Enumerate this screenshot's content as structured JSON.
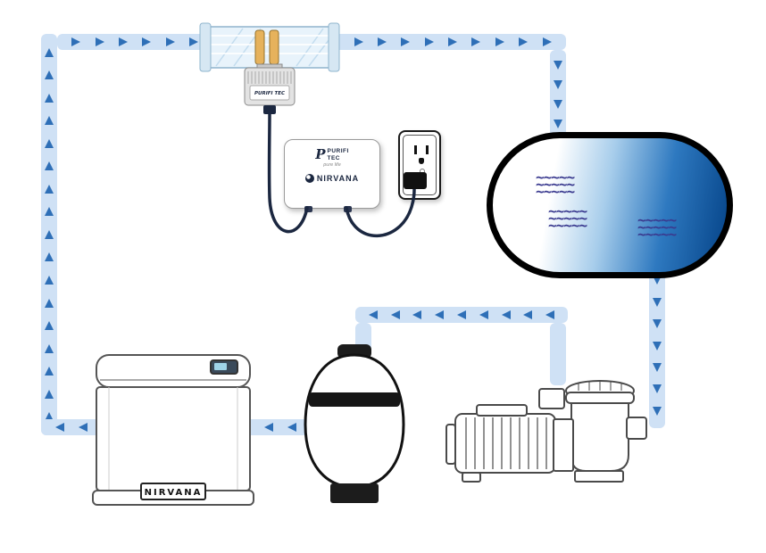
{
  "labels": {
    "heater_brand": "NIRVANA",
    "inline_unit_label": "PURIFI TEC"
  },
  "control_box": {
    "logo_p": "P",
    "brand_top": "PURIFI",
    "brand_top2": "TEC",
    "tagline": "pure life",
    "brand_bottom": "NIRVANA"
  },
  "waves": {
    "glyph": "~~~~~"
  },
  "flow": {
    "pipe_color": "#cfe1f5",
    "arrow_color": "#2e6fb7",
    "wire_color": "#1b2740"
  },
  "pool": {
    "colors": {
      "light": "#ffffff",
      "mid": "#2e79c0",
      "deep": "#0a4a8f"
    },
    "wave_color": "#3a3a8f"
  },
  "electrode_color": "#e6b25c"
}
